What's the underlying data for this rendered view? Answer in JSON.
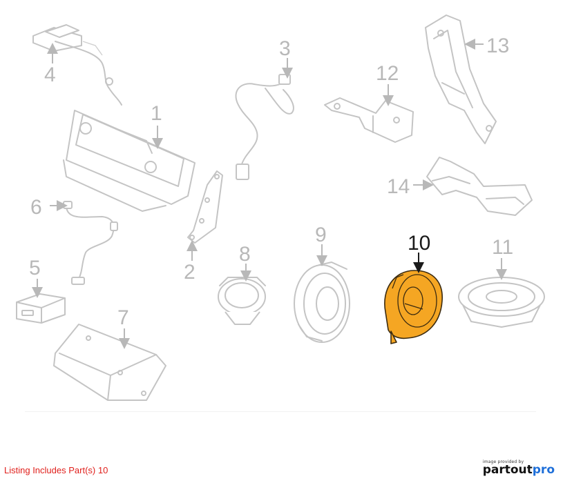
{
  "callouts": {
    "c1": "1",
    "c2": "2",
    "c3": "3",
    "c4": "4",
    "c5": "5",
    "c6": "6",
    "c7": "7",
    "c8": "8",
    "c9": "9",
    "c10": "10",
    "c11": "11",
    "c12": "12",
    "c13": "13",
    "c14": "14"
  },
  "highlighted_part": "10",
  "highlight_color": "#f5a623",
  "footer": {
    "listing_text": "Listing Includes Part(s) 10",
    "listing_color": "#e0201c"
  },
  "brand": {
    "provided_by": "image provided by",
    "name_part1": "partout",
    "name_part2": "pro",
    "accent_color": "#1e6fd9"
  }
}
